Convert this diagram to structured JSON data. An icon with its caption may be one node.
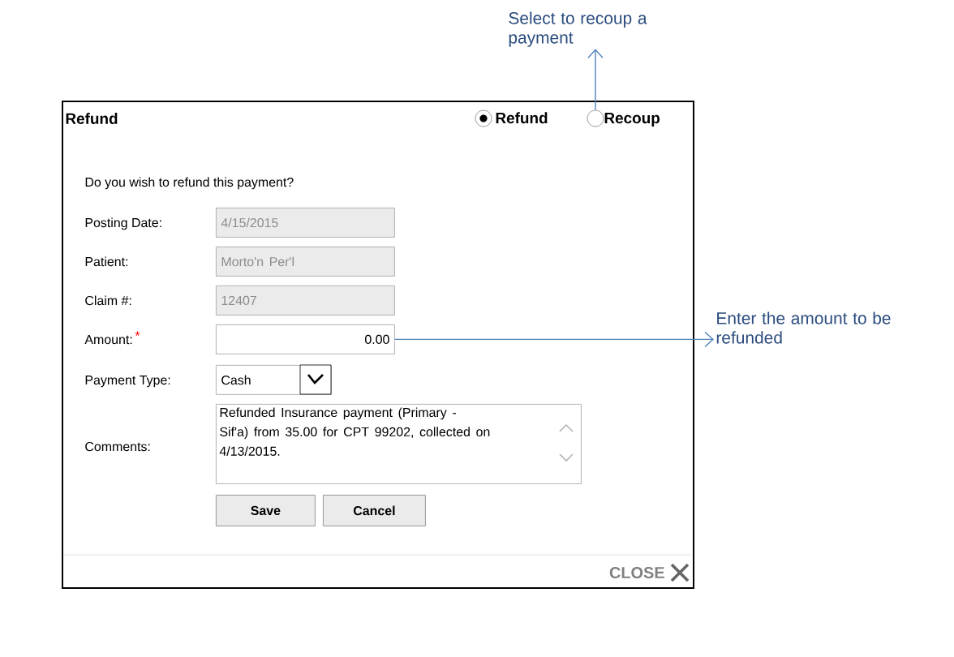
{
  "diagram": {
    "nodes": [
      {
        "text": [
          "Refund"
        ]
      },
      {
        "text": [
          "Select to recoup a payment"
        ]
      },
      {
        "text": [],
        "shape": "circle",
        "in": 0
      },
      {
        "text": [
          "4/15/2015"
        ],
        "in": 0
      },
      {
        "text": [
          "Morto'n Per'l"
        ],
        "in": 0
      },
      {
        "text": [
          "12407"
        ],
        "in": 0
      },
      {
        "text": [
          "0.00"
        ],
        "in": 0
      },
      {
        "text": [
          "Cash"
        ],
        "in": 0
      },
      {
        "text": [
          "Refunded Insurance payment (Primary - Sif'a) from 35.00 for CPT 99202, collected on 4/13/2015."
        ],
        "in": 0
      },
      {
        "text": [
          "Save"
        ],
        "in": 0
      },
      {
        "text": [
          "Cancel"
        ],
        "in": 0
      },
      {
        "text": [
          "Enter the amount to be refunded"
        ]
      }
    ],
    "edges": [
      {
        "from": 2,
        "to": 1,
        "arrow": "to"
      },
      {
        "from": 6,
        "to": 11,
        "arrow": "to"
      }
    ],
    "labels": [
      "Refund",
      "Recoup",
      "Do you wish to refund this payment?",
      "Posting Date:",
      "Patient:",
      "Claim #:",
      "Amount:",
      "*",
      "Payment Type:",
      "Comments:",
      "CLOSE"
    ]
  }
}
